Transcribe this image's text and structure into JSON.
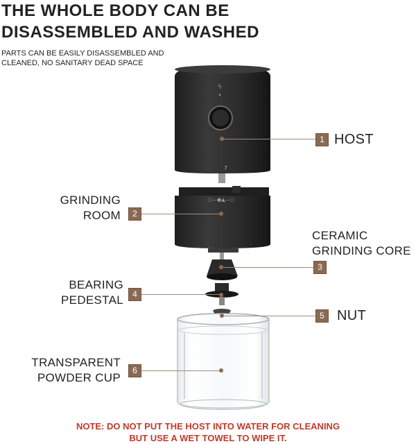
{
  "title": {
    "line1": "THE WHOLE BODY CAN BE",
    "line2": "DISASSEMBLED AND WASHED"
  },
  "subtitle": {
    "line1": "PARTS CAN BE EASILY DISASSEMBLED AND",
    "line2": "CLEANED, NO SANITARY DEAD SPACE"
  },
  "parts": [
    {
      "number": "1",
      "line1": "HOST",
      "line2": ""
    },
    {
      "number": "2",
      "line1": "GRINDING",
      "line2": "ROOM"
    },
    {
      "number": "3",
      "line1": "CERAMIC",
      "line2": "GRINDING CORE"
    },
    {
      "number": "4",
      "line1": "BEARING",
      "line2": "PEDESTAL"
    },
    {
      "number": "5",
      "line1": "NUT",
      "line2": ""
    },
    {
      "number": "6",
      "line1": "TRANSPARENT",
      "line2": "POWDER CUP"
    }
  ],
  "note": {
    "line1": "NOTE: DO NOT PUT THE HOST INTO WATER FOR CLEANING",
    "line2": "BUT USE A WET TOWEL TO WIPE IT."
  },
  "colors": {
    "badge": "#8a6a52",
    "note": "#c0392b",
    "body": "#2b2b2b"
  }
}
